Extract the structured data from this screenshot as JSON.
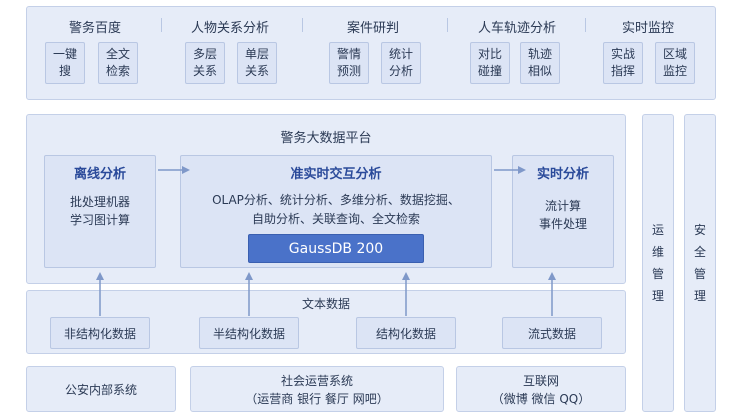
{
  "top_bar": {
    "categories": [
      {
        "title": "警务百度",
        "buttons": [
          [
            "一键",
            "搜"
          ],
          [
            "全文",
            "检索"
          ]
        ]
      },
      {
        "title": "人物关系分析",
        "buttons": [
          [
            "多层",
            "关系"
          ],
          [
            "单层",
            "关系"
          ]
        ]
      },
      {
        "title": "案件研判",
        "buttons": [
          [
            "警情",
            "预测"
          ],
          [
            "统计",
            "分析"
          ]
        ]
      },
      {
        "title": "人车轨迹分析",
        "buttons": [
          [
            "对比",
            "碰撞"
          ],
          [
            "轨迹",
            "相似"
          ]
        ]
      },
      {
        "title": "实时监控",
        "buttons": [
          [
            "实战",
            "指挥"
          ],
          [
            "区域",
            "监控"
          ]
        ]
      }
    ]
  },
  "platform": {
    "title": "警务大数据平台",
    "offline": {
      "title": "离线分析",
      "lines": [
        "批处理机器",
        "学习图计算"
      ]
    },
    "near_realtime": {
      "title": "准实时交互分析",
      "lines": [
        "OLAP分析、统计分析、多维分析、数据挖掘、",
        "自助分析、关联查询、全文检索"
      ],
      "db": "GaussDB 200"
    },
    "realtime": {
      "title": "实时分析",
      "lines": [
        "流计算",
        "事件处理"
      ]
    }
  },
  "text_data": {
    "title": "文本数据",
    "items": [
      "非结构化数据",
      "半结构化数据",
      "结构化数据",
      "流式数据"
    ]
  },
  "side": {
    "ops": [
      "运",
      "维",
      "管",
      "理"
    ],
    "security": [
      "安",
      "全",
      "管",
      "理"
    ]
  },
  "sources": [
    {
      "lines": [
        "公安内部系统"
      ]
    },
    {
      "lines": [
        "社会运营系统",
        "（运营商 银行 餐厅 网吧）"
      ]
    },
    {
      "lines": [
        "互联网",
        "（微博 微信 QQ）"
      ]
    }
  ],
  "colors": {
    "panel_bg": "#e6ecf8",
    "box_bg": "#dce4f5",
    "border": "#b9c7e3",
    "accent": "#4a72c9",
    "text": "#2b3a55"
  }
}
